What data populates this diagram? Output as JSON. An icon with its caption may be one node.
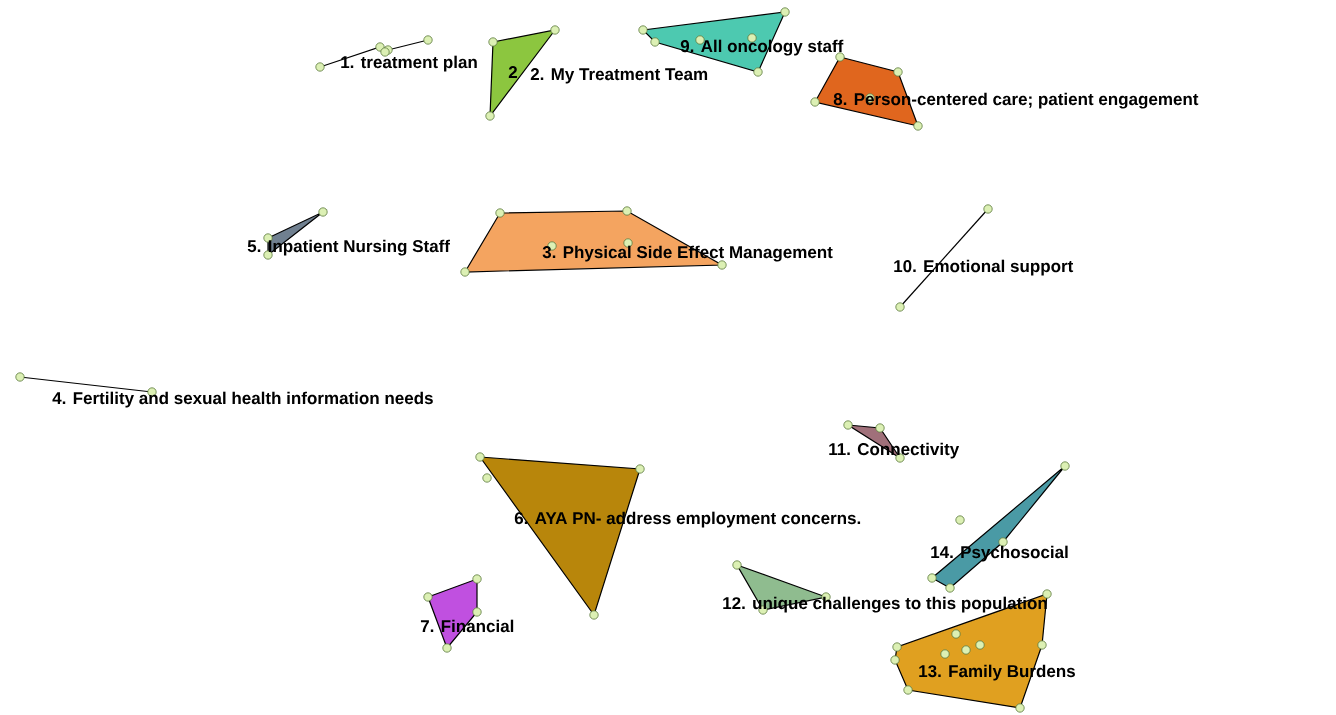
{
  "diagram": {
    "nodes": [
      {
        "text": [
          "1. treatment plan"
        ]
      },
      {
        "text": [
          "2. My Treatment Team"
        ]
      },
      {
        "text": [
          "3. Physical Side Effect Management"
        ]
      },
      {
        "text": [
          "4. Fertility and sexual health information needs"
        ]
      },
      {
        "text": [
          "5. Inpatient Nursing Staff"
        ]
      },
      {
        "text": [
          "6. AYA PN- address employment concerns."
        ]
      },
      {
        "text": [
          "7. Financial"
        ]
      },
      {
        "text": [
          "8. Person-centered care; patient engagement"
        ]
      },
      {
        "text": [
          "9. All oncology staff"
        ]
      },
      {
        "text": [
          "10. Emotional support"
        ]
      },
      {
        "text": [
          "11. Connectivity"
        ]
      },
      {
        "text": [
          "12. unique challenges to this population"
        ]
      },
      {
        "text": [
          "13. Family Burdens"
        ]
      },
      {
        "text": [
          "14. Psychosocial"
        ]
      }
    ],
    "labels": [
      "2"
    ]
  }
}
